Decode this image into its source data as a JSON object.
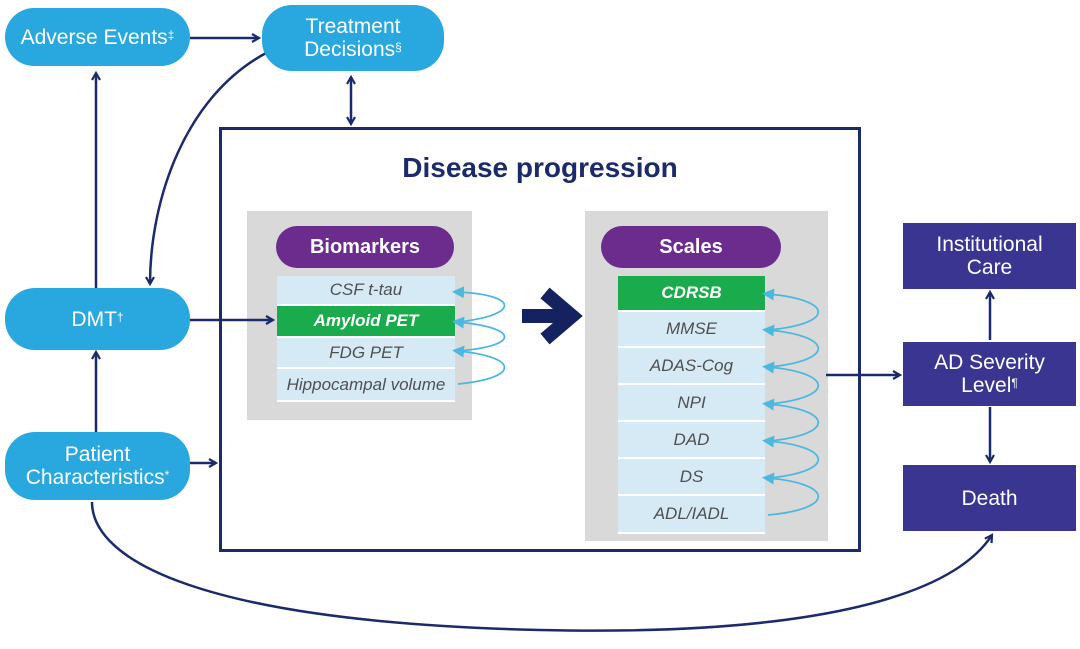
{
  "nodes": {
    "adverse_events": {
      "label": "Adverse Events",
      "sup": "‡"
    },
    "treatment_decisions": {
      "label_line1": "Treatment",
      "label_line2": "Decisions",
      "sup": "§"
    },
    "dmt": {
      "label": "DMT",
      "sup": "†"
    },
    "patient_characteristics": {
      "label_line1": "Patient",
      "label_line2": "Characteristics",
      "sup": "*"
    },
    "institutional_care": {
      "label_line1": "Institutional",
      "label_line2": "Care"
    },
    "ad_severity_level": {
      "label_line1": "AD Severity",
      "label_line2": "Level",
      "sup": "¶"
    },
    "death": {
      "label": "Death"
    }
  },
  "disease_progression": {
    "title": "Disease progression",
    "biomarkers": {
      "header": "Biomarkers",
      "items": [
        {
          "label": "CSF t-tau",
          "highlighted": false
        },
        {
          "label": "Amyloid PET",
          "highlighted": true
        },
        {
          "label": "FDG PET",
          "highlighted": false
        },
        {
          "label": "Hippocampal volume",
          "highlighted": false
        }
      ]
    },
    "scales": {
      "header": "Scales",
      "items": [
        {
          "label": "CDRSB",
          "highlighted": true
        },
        {
          "label": "MMSE",
          "highlighted": false
        },
        {
          "label": "ADAS-Cog",
          "highlighted": false
        },
        {
          "label": "NPI",
          "highlighted": false
        },
        {
          "label": "DAD",
          "highlighted": false
        },
        {
          "label": "DS",
          "highlighted": false
        },
        {
          "label": "ADL/IADL",
          "highlighted": false
        }
      ]
    }
  },
  "colors": {
    "pill_blue": "#29a8df",
    "navy_box": "#3a3591",
    "arrow_navy": "#1b2a6b",
    "header_purple": "#6b2c8e",
    "highlight_green": "#1aac4c",
    "row_light_blue": "#d6eaf5",
    "loop_arrow_cyan": "#4bb8e0",
    "panel_gray": "#d9d9d9"
  }
}
